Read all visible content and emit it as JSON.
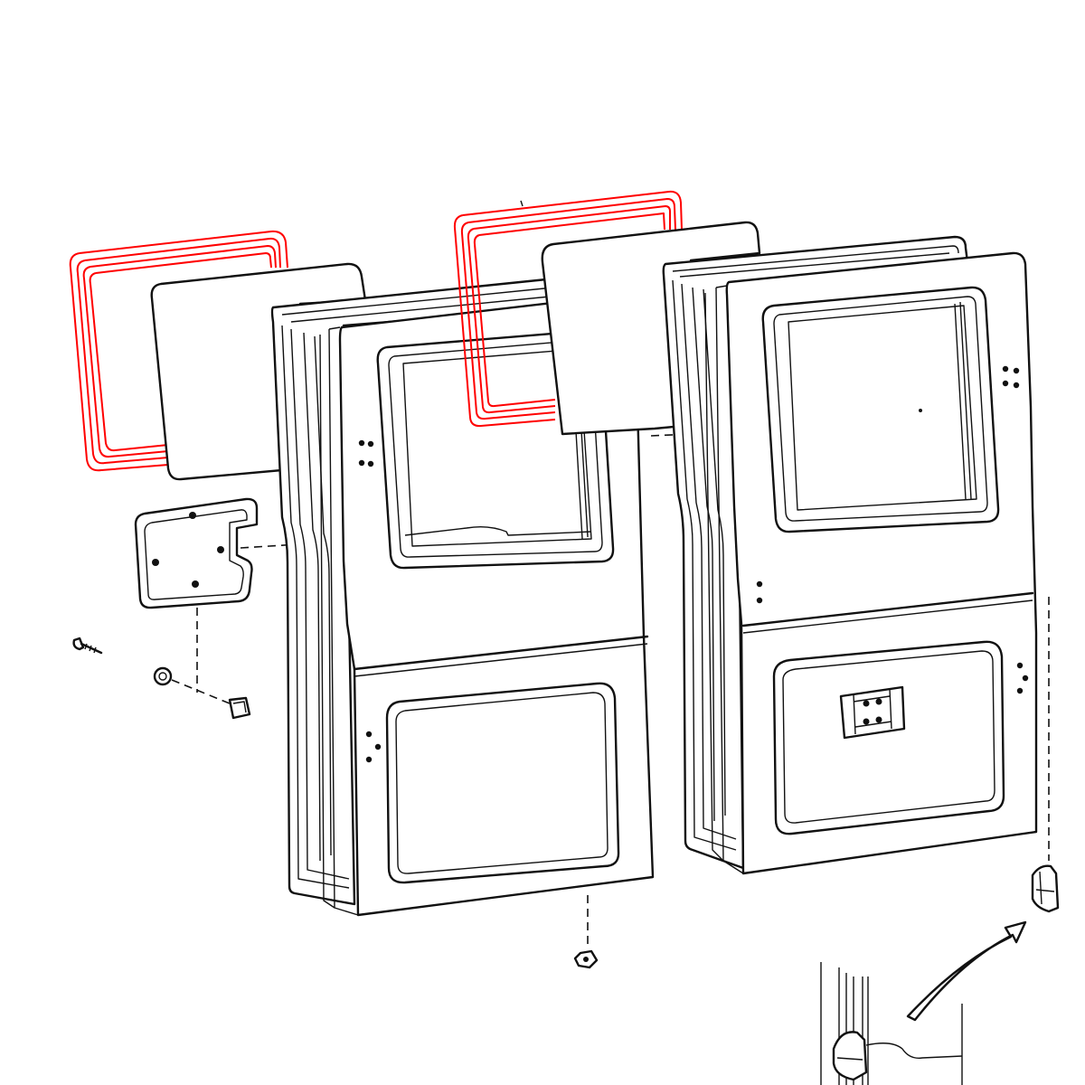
{
  "diagram": {
    "highlight_color": "#ff0000",
    "line_color": "#111111",
    "background": "#ffffff",
    "parts": [
      {
        "name": "left-window-weatherstrip",
        "highlighted": true
      },
      {
        "name": "left-window-glass",
        "highlighted": false
      },
      {
        "name": "left-door-inner-frame",
        "highlighted": false
      },
      {
        "name": "left-door-panel",
        "highlighted": false
      },
      {
        "name": "latch-cover-plate",
        "highlighted": false
      },
      {
        "name": "screw",
        "highlighted": false
      },
      {
        "name": "clip-nut",
        "highlighted": false
      },
      {
        "name": "retainer-clip",
        "highlighted": false
      },
      {
        "name": "door-bottom-plug",
        "highlighted": false
      },
      {
        "name": "right-window-weatherstrip",
        "highlighted": true
      },
      {
        "name": "right-window-glass",
        "highlighted": false
      },
      {
        "name": "right-door-inner-frame",
        "highlighted": false
      },
      {
        "name": "right-door-panel",
        "highlighted": false
      },
      {
        "name": "lock-striker-bracket",
        "highlighted": false
      },
      {
        "name": "door-bumper",
        "highlighted": false
      },
      {
        "name": "detail-view-hinge",
        "highlighted": false
      }
    ]
  }
}
